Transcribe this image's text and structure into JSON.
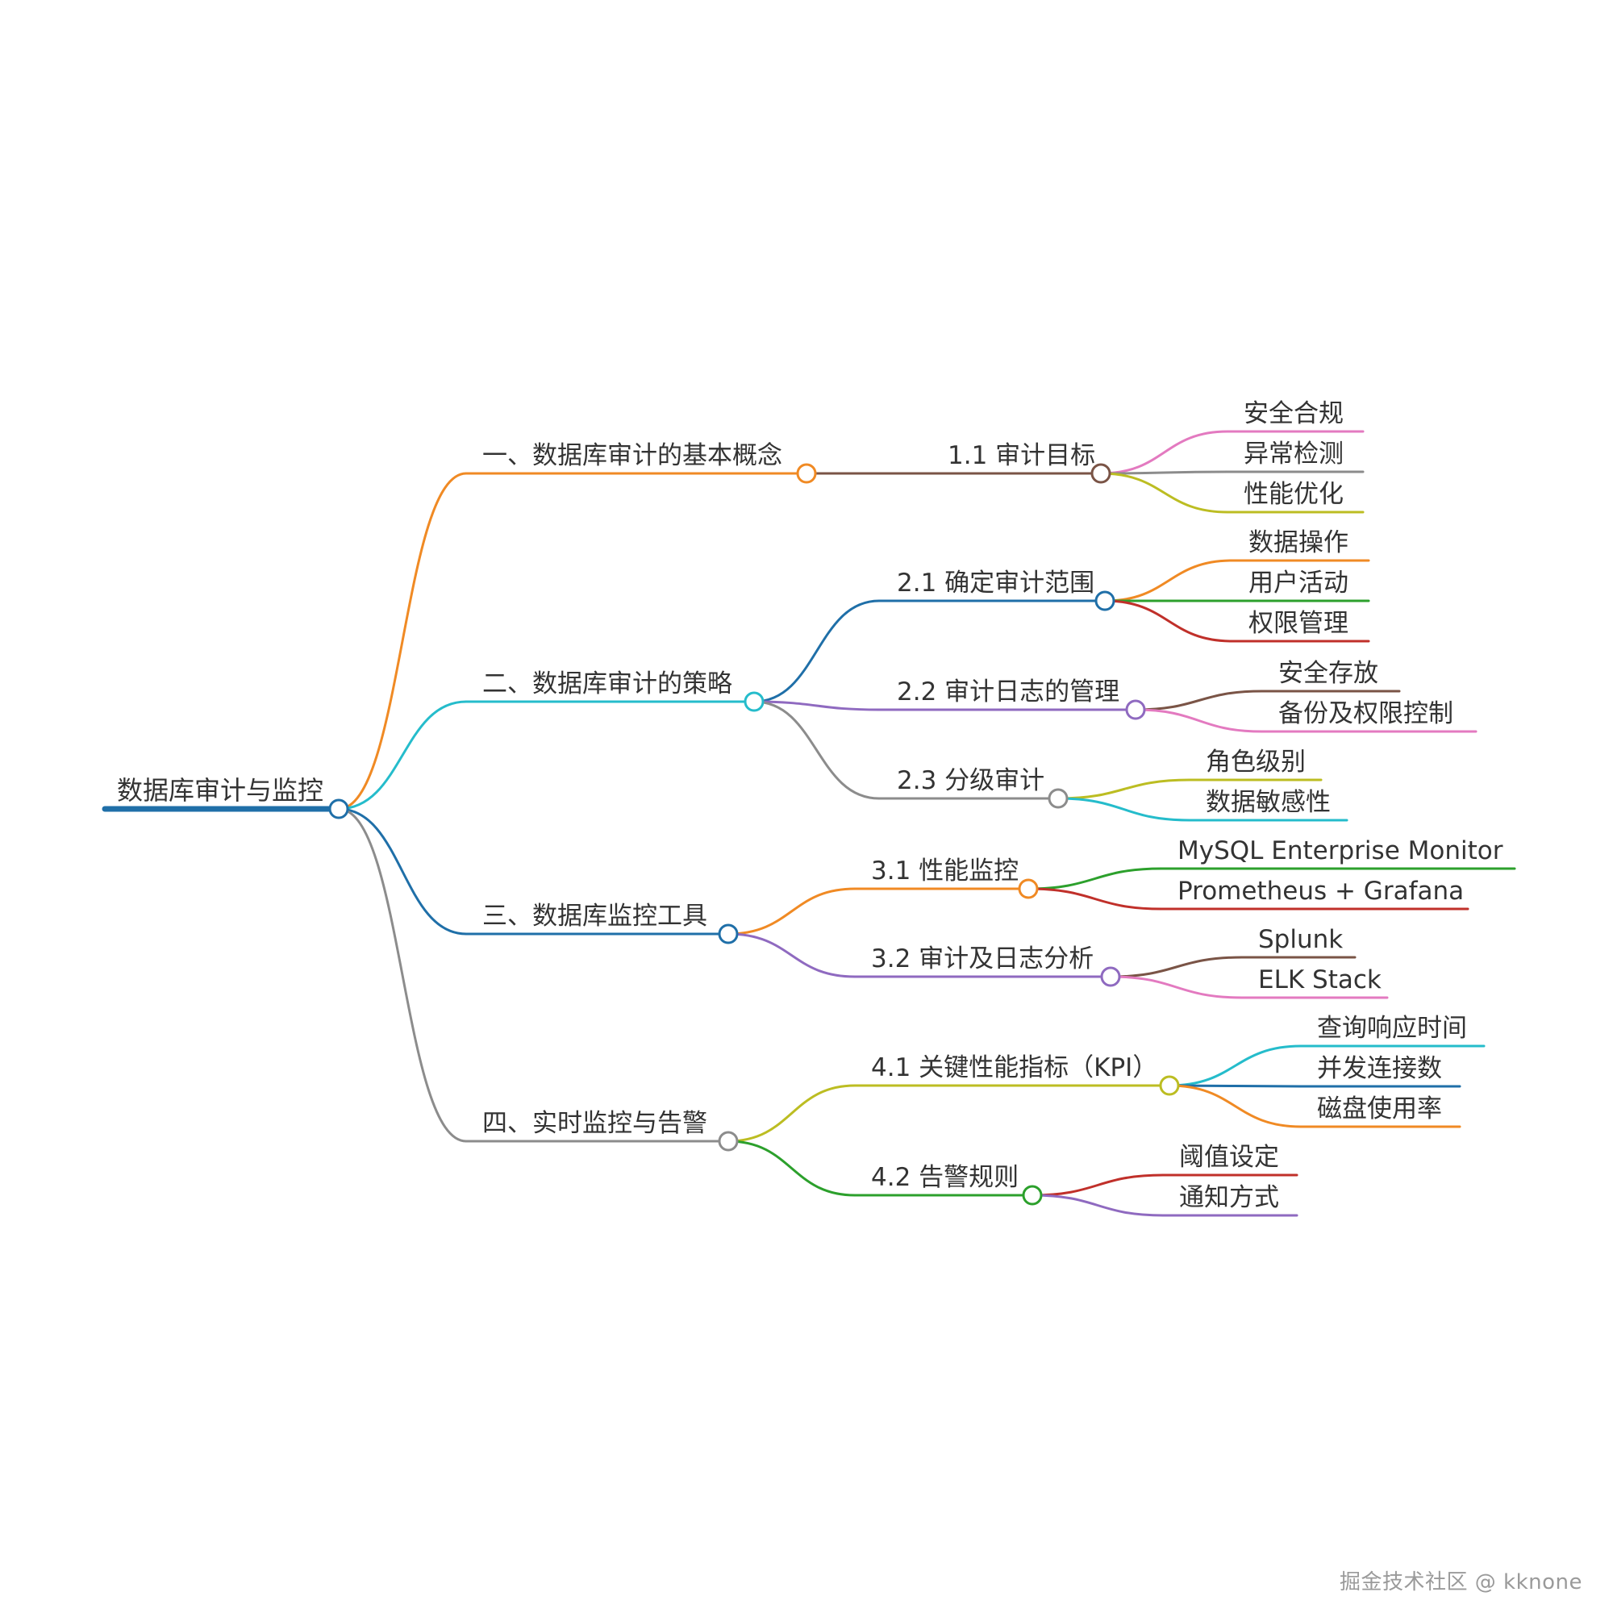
{
  "mindmap": {
    "root": "数据库审计与监控",
    "branches": [
      {
        "label": "一、数据库审计的基本概念",
        "color": "#f08a24",
        "children": [
          {
            "label": "1.1 审计目标",
            "color": "#7a5446",
            "leaves": [
              {
                "label": "安全合规",
                "color": "#e37ac0"
              },
              {
                "label": "异常检测",
                "color": "#8c8c8c"
              },
              {
                "label": "性能优化",
                "color": "#bcbd22"
              }
            ]
          }
        ]
      },
      {
        "label": "二、数据库审计的策略",
        "color": "#25bccb",
        "children": [
          {
            "label": "2.1 确定审计范围",
            "color": "#1f6fa8",
            "leaves": [
              {
                "label": "数据操作",
                "color": "#f08a24"
              },
              {
                "label": "用户活动",
                "color": "#2ca02c"
              },
              {
                "label": "权限管理",
                "color": "#c0302a"
              }
            ]
          },
          {
            "label": "2.2 审计日志的管理",
            "color": "#8f6ac0",
            "leaves": [
              {
                "label": "安全存放",
                "color": "#7a5446"
              },
              {
                "label": "备份及权限控制",
                "color": "#e37ac0"
              }
            ]
          },
          {
            "label": "2.3 分级审计",
            "color": "#8c8c8c",
            "leaves": [
              {
                "label": "角色级别",
                "color": "#bcbd22"
              },
              {
                "label": "数据敏感性",
                "color": "#25bccb"
              }
            ]
          }
        ]
      },
      {
        "label": "三、数据库监控工具",
        "color": "#1f6fa8",
        "children": [
          {
            "label": "3.1 性能监控",
            "color": "#f08a24",
            "leaves": [
              {
                "label": "MySQL Enterprise Monitor",
                "color": "#2ca02c"
              },
              {
                "label": "Prometheus + Grafana",
                "color": "#c0302a"
              }
            ]
          },
          {
            "label": "3.2 审计及日志分析",
            "color": "#8f6ac0",
            "leaves": [
              {
                "label": "Splunk",
                "color": "#7a5446"
              },
              {
                "label": "ELK Stack",
                "color": "#e37ac0"
              }
            ]
          }
        ]
      },
      {
        "label": "四、实时监控与告警",
        "color": "#8c8c8c",
        "children": [
          {
            "label": "4.1 关键性能指标（KPI）",
            "color": "#bcbd22",
            "leaves": [
              {
                "label": "查询响应时间",
                "color": "#25bccb"
              },
              {
                "label": "并发连接数",
                "color": "#1f6fa8"
              },
              {
                "label": "磁盘使用率",
                "color": "#f08a24"
              }
            ]
          },
          {
            "label": "4.2 告警规则",
            "color": "#2ca02c",
            "leaves": [
              {
                "label": "阈值设定",
                "color": "#c0302a"
              },
              {
                "label": "通知方式",
                "color": "#8f6ac0"
              }
            ]
          }
        ]
      }
    ]
  },
  "colors": {
    "root": "#1f6fa8"
  },
  "watermark": "掘金技术社区 @ kknone"
}
